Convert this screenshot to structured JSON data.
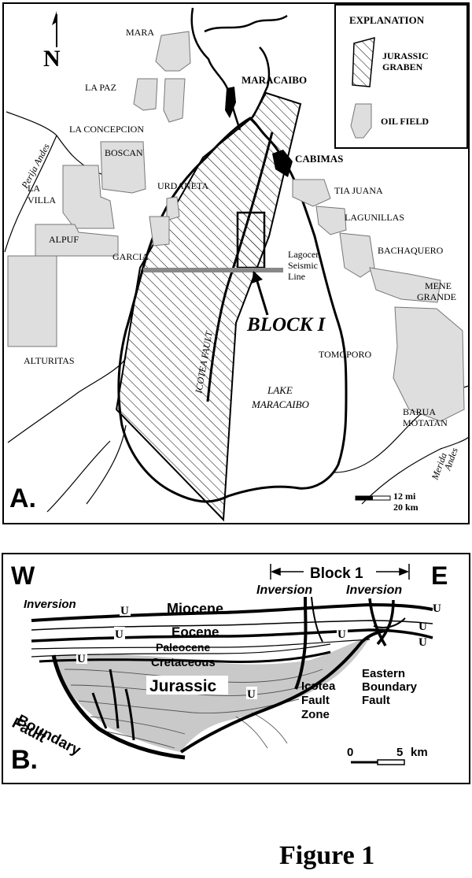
{
  "panel_a": {
    "letter": "A.",
    "north": "N",
    "explanation": {
      "title": "EXPLANATION",
      "graben_line1": "JURASSIC",
      "graben_line2": "GRABEN",
      "field_label": "OIL FIELD"
    },
    "fields": {
      "mara": "MARA",
      "la_paz": "LA PAZ",
      "la_concepcion": "LA CONCEPCION",
      "boscan": "BOSCAN",
      "la": "LA",
      "villa": "VILLA",
      "alpuf": "ALPUF",
      "urdaneta": "URDANETA",
      "garcia": "GARCIA",
      "alturitas": "ALTURITAS",
      "tia_juana": "TIA JUANA",
      "lagunillas": "LAGUNILLAS",
      "bachaquero": "BACHAQUERO",
      "mene": "MENE",
      "grande": "GRANDE",
      "tomoporo": "TOMOPORO",
      "barua": "BARUA",
      "motatan": "MOTATAN"
    },
    "cities": {
      "maracaibo": "MARACAIBO",
      "cabimas": "CABIMAS"
    },
    "perija": "Perija Andes",
    "merida": "Merida",
    "andes": "Andes",
    "seismic1": "Lagocen",
    "seismic2": "Seismic",
    "seismic3": "Line",
    "block": "BLOCK  I",
    "lake1": "LAKE",
    "lake2": "MARACAIBO",
    "icotea": "ICOTEA FAULT",
    "scale_mi": "12 mi",
    "scale_km": "20 km"
  },
  "panel_b": {
    "letter": "B.",
    "west": "W",
    "east": "E",
    "block1": "Block 1",
    "inversion": "Inversion",
    "miocene": "Miocene",
    "eocene": "Eocene",
    "paleocene": "Paleocene",
    "cretaceous": "Cretaceous",
    "jurassic": "Jurassic",
    "unconformity": "U",
    "boundary1": "Boundary",
    "boundary2": "Fault",
    "icotea1": "Icotea",
    "icotea2": "Fault",
    "icotea3": "Zone",
    "eastern1": "Eastern",
    "eastern2": "Boundary",
    "eastern3": "Fault",
    "scale0": "0",
    "scale5": "5",
    "scale_unit": "km"
  },
  "figure_label": "Figure 1"
}
